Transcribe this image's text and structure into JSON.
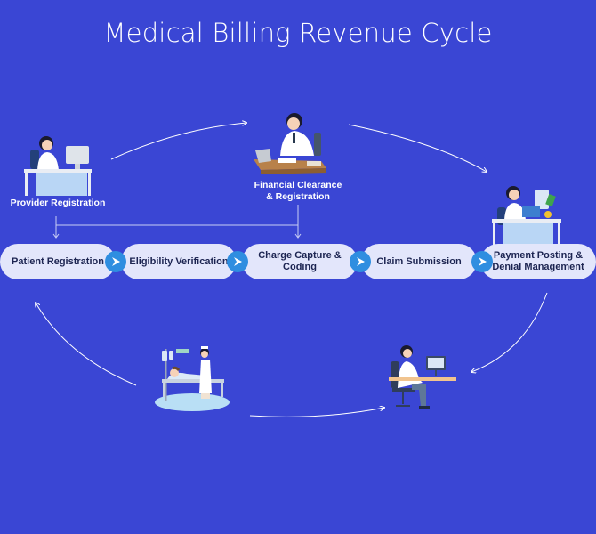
{
  "title": "Medical Billing Revenue Cycle",
  "colors": {
    "background": "#3a46d4",
    "pill": "#e3e6fb",
    "chevron": "#2f8ee0",
    "text_dark": "#1c2451",
    "line": "#ffffff"
  },
  "top_stages": [
    {
      "label": "Provider Registration",
      "icon": "doctor-at-computer-icon"
    },
    {
      "label_line1": "Financial Clearance",
      "label_line2": "& Registration",
      "icon": "doctor-writing-at-desk-icon"
    },
    {
      "icon": "doctor-with-payments-icon"
    }
  ],
  "bottom_illustrations": [
    {
      "icon": "nurse-patient-bed-icon"
    },
    {
      "icon": "doctor-at-workstation-icon"
    }
  ],
  "pipeline": [
    {
      "label": "Patient Registration"
    },
    {
      "label": "Eligibility Verification"
    },
    {
      "label_line1": "Charge Capture &",
      "label_line2": "Coding"
    },
    {
      "label": "Claim Submission"
    },
    {
      "label_line1": "Payment Posting &",
      "label_line2": "Denial Management"
    }
  ],
  "connector_icon": "chevron-right-icon"
}
